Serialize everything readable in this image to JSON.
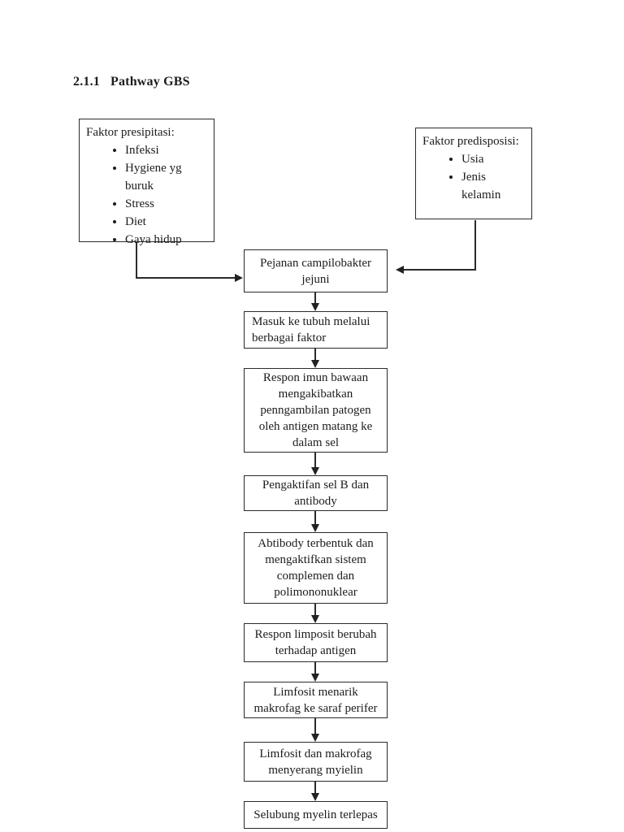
{
  "heading": {
    "number": "2.1.1",
    "title": "Pathway GBS"
  },
  "factors": {
    "presipitasi": {
      "title": "Faktor presipitasi:",
      "items": [
        "Infeksi",
        "Hygiene yg buruk",
        "Stress",
        "Diet",
        "Gaya hidup"
      ]
    },
    "predisposisi": {
      "title": "Faktor predisposisi:",
      "items": [
        "Usia",
        "Jenis kelamin"
      ]
    }
  },
  "flow": {
    "steps": [
      "Pejanan campilobakter jejuni",
      "Masuk ke tubuh melalui berbagai faktor",
      "Respon imun bawaan mengakibatkan penngambilan patogen oleh antigen matang ke dalam sel",
      "Pengaktifan sel B dan antibody",
      "Abtibody terbentuk dan mengaktifkan sistem complemen dan polimononuklear",
      "Respon limposit berubah terhadap antigen",
      "Limfosit menarik makrofag ke saraf perifer",
      "Limfosit dan makrofag menyerang myielin",
      "Selubung myelin terlepas"
    ]
  },
  "colors": {
    "ink": "#1c1c1c",
    "line": "#2b2b2b",
    "background": "#ffffff"
  }
}
